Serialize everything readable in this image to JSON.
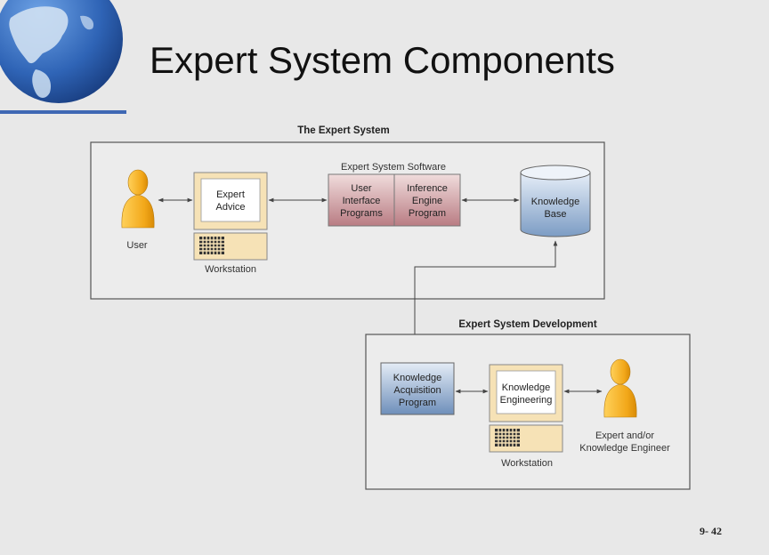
{
  "slide": {
    "title": "Expert System Components",
    "page_number": "9- 42"
  },
  "expert_system": {
    "title": "The Expert System",
    "user_label": "User",
    "monitor_lines": [
      "Expert",
      "Advice"
    ],
    "workstation_label": "Workstation",
    "software_title": "Expert System Software",
    "ui_program_lines": [
      "User",
      "Interface",
      "Programs"
    ],
    "inference_lines": [
      "Inference",
      "Engine",
      "Program"
    ],
    "kb_lines": [
      "Knowledge",
      "Base"
    ]
  },
  "development": {
    "title": "Expert System Development",
    "acquisition_lines": [
      "Knowledge",
      "Acquisition",
      "Program"
    ],
    "monitor_lines": [
      "Knowledge",
      "Engineering"
    ],
    "workstation_label": "Workstation",
    "engineer_lines": [
      "Expert and/or",
      "Knowledge Engineer"
    ]
  },
  "colors": {
    "person": "#f3ad1e",
    "software_box": "#c98f94",
    "knowledge_box": "#7f9cc2",
    "frame": "#555555"
  }
}
